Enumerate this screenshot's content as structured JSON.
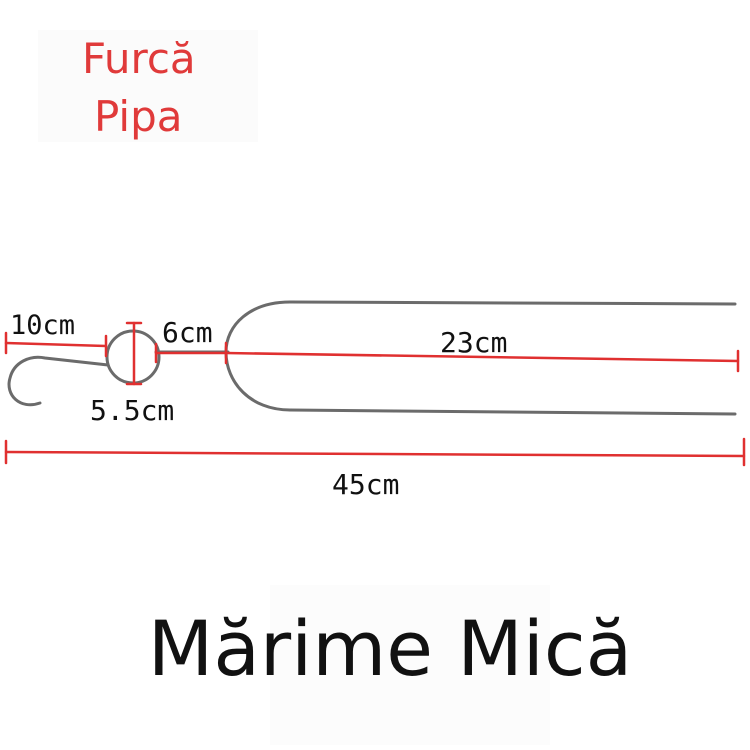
{
  "product": {
    "title_line1": "Furcă",
    "title_line2": "Pipa",
    "size_label": "Mărime Mică"
  },
  "dimensions": {
    "hook_length": "10cm",
    "neck_length": "6cm",
    "tine_length": "23cm",
    "ring_diameter": "5.5cm",
    "total_length": "45cm"
  },
  "colors": {
    "title": "#e03a3a",
    "dimension_line": "#e03030",
    "metal": "#6b6b6b",
    "text": "#111111"
  }
}
